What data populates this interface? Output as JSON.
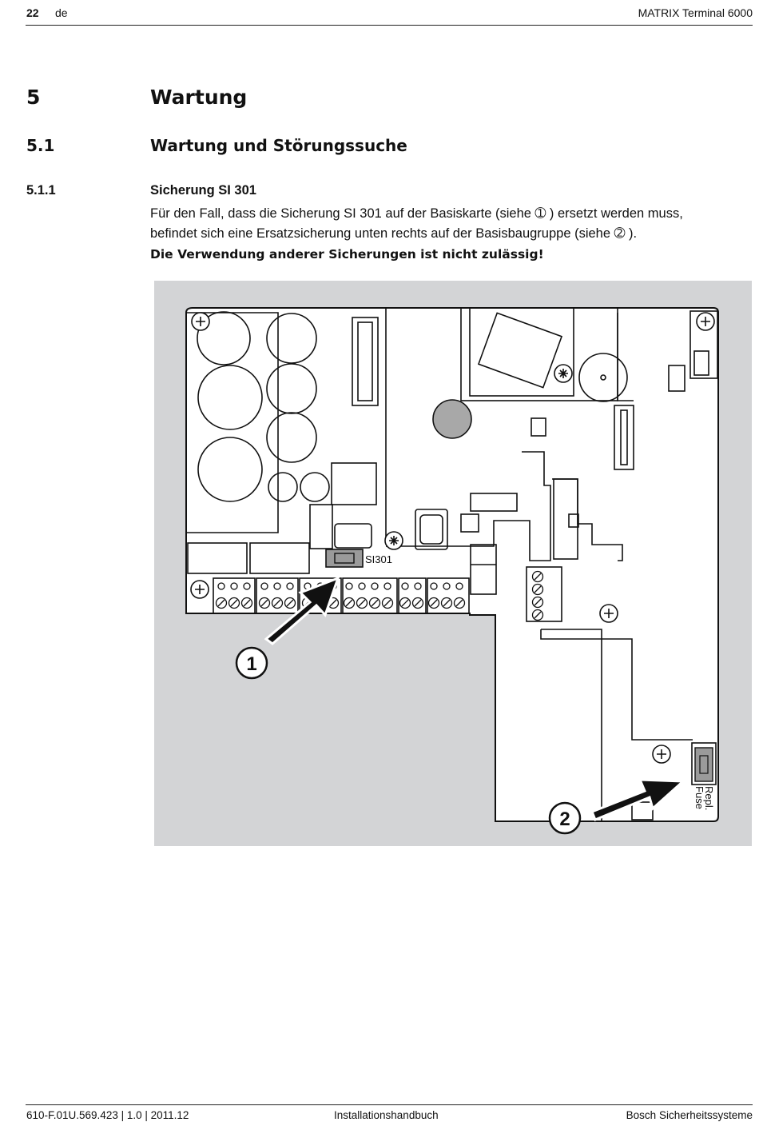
{
  "header": {
    "page_number": "22",
    "language": "de",
    "product": "MATRIX Terminal 6000"
  },
  "section": {
    "number": "5",
    "title": "Wartung"
  },
  "subsection": {
    "number": "5.1",
    "title": "Wartung und Störungssuche"
  },
  "subsubsection": {
    "number": "5.1.1",
    "title": "Sicherung SI 301"
  },
  "body": {
    "line1": "Für den Fall, dass die Sicherung SI 301 auf der Basiskarte (siehe ➀ ) ersetzt werden muss,",
    "line2": "befindet sich eine Ersatzsicherung unten rechts auf der Basisbaugruppe (siehe ➁ ).",
    "warning": "Die Verwendung anderer Sicherungen ist nicht zulässig!"
  },
  "figure": {
    "fuse_label": "SI301",
    "spare_label_line1": "Repl.",
    "spare_label_line2": "Fuse",
    "callout1": "1",
    "callout2": "2",
    "background_color": "#d3d4d6",
    "fuse_color": "#9a9a9a"
  },
  "footer": {
    "doc_id": "610-F.01U.569.423 | 1.0 | 2011.12",
    "doc_type": "Installationshandbuch",
    "company": "Bosch Sicherheitssysteme"
  }
}
